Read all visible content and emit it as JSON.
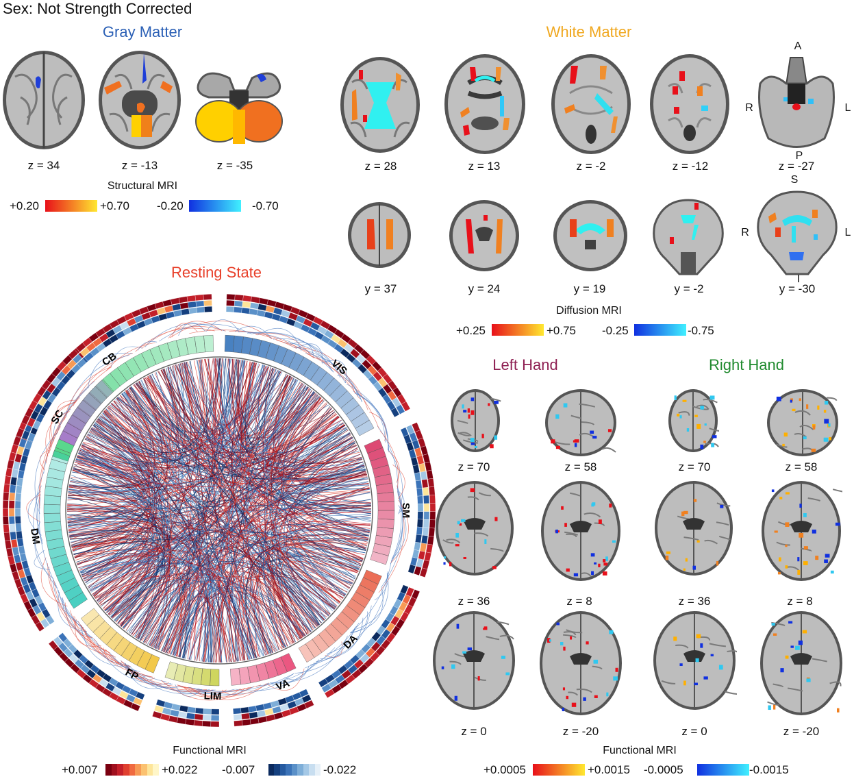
{
  "figure_title": "Sex: Not Strength Corrected",
  "gray_matter": {
    "title": "Gray Matter",
    "title_color": "#2a5fb5",
    "slices": [
      "z = 34",
      "z = -13",
      "z = -35"
    ],
    "colorbar": {
      "title": "Structural MRI",
      "pos_min": "+0.20",
      "pos_max": "+0.70",
      "neg_min": "-0.20",
      "neg_max": "-0.70"
    }
  },
  "white_matter": {
    "title": "White Matter",
    "title_color": "#f0a820",
    "axial_slices": [
      "z = 28",
      "z = 13",
      "z = -2",
      "z = -12",
      "z = -27"
    ],
    "coronal_slices": [
      "y = 37",
      "y = 24",
      "y = 19",
      "y = -2",
      "y = -30"
    ],
    "axial_orient": {
      "top": "A",
      "bottom": "P",
      "left": "R",
      "right": "L"
    },
    "coronal_orient": {
      "top": "S",
      "bottom": "I",
      "left": "R",
      "right": "L"
    },
    "colorbar": {
      "title": "Diffusion MRI",
      "pos_min": "+0.25",
      "pos_max": "+0.75",
      "neg_min": "-0.25",
      "neg_max": "-0.75"
    }
  },
  "resting_state": {
    "title": "Resting State",
    "title_color": "#e8402a",
    "networks": [
      "CB",
      "VIS",
      "SM",
      "DA",
      "VA",
      "LIM",
      "FP",
      "DM",
      "SC"
    ],
    "colorbar": {
      "title": "Functional MRI",
      "pos_min": "+0.007",
      "pos_max": "+0.022",
      "neg_min": "-0.007",
      "neg_max": "-0.022"
    }
  },
  "left_hand": {
    "title": "Left Hand",
    "title_color": "#8e1f52",
    "slices": [
      "z = 70",
      "z = 58",
      "z = 36",
      "z = 8",
      "z = 0",
      "z = -20"
    ]
  },
  "right_hand": {
    "title": "Right Hand",
    "title_color": "#1f8a2e",
    "slices": [
      "z = 70",
      "z = 58",
      "z = 36",
      "z = 8",
      "z = 0",
      "z = -20"
    ]
  },
  "hand_colorbar": {
    "title": "Functional MRI",
    "pos_min": "+0.0005",
    "pos_max": "+0.0015",
    "neg_min": "-0.0005",
    "neg_max": "-0.0015"
  },
  "colors": {
    "positive_low": "#e8101a",
    "positive_high": "#ffe830",
    "negative_low": "#1030e0",
    "negative_high": "#40f0ff",
    "rs_positive": [
      "#7a0010",
      "#a0101e",
      "#c4202a",
      "#e04030",
      "#f06a40",
      "#f79a55",
      "#fbc170",
      "#fde59a",
      "#fff6c8"
    ],
    "rs_negative": [
      "#0b2a5e",
      "#15407f",
      "#255aa0",
      "#3b73b8",
      "#5a90c8",
      "#7eaed8",
      "#a4c8e6",
      "#c8def0",
      "#e6f0f8"
    ]
  },
  "icons": [
    "brain-axial-icon",
    "brain-coronal-icon",
    "connectogram-icon"
  ]
}
